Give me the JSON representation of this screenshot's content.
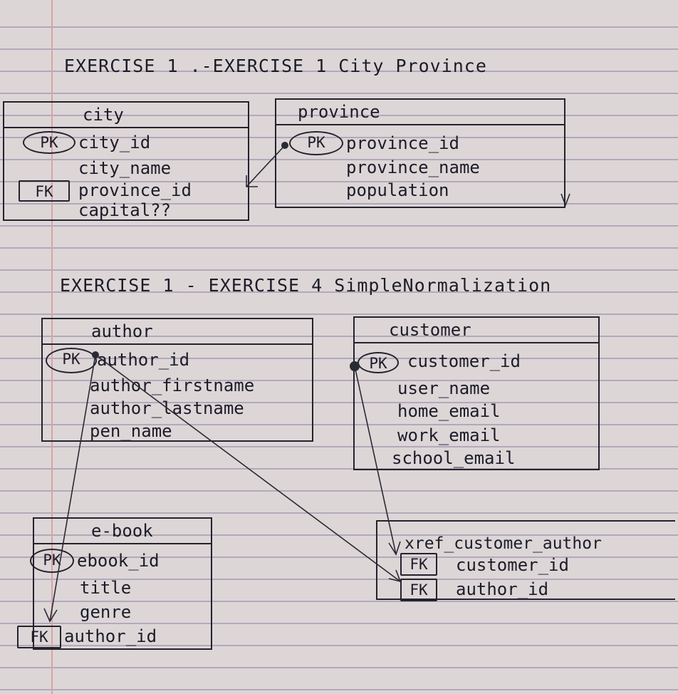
{
  "headings": {
    "exercise1": "EXERCISE 1 .-EXERCISE 1 City Province",
    "exercise4": "EXERCISE 1 - EXERCISE 4 SimpleNormalization"
  },
  "entities": {
    "city": {
      "name": "city",
      "pk_label": "PK",
      "fk_label": "FK",
      "attributes": [
        "city_id",
        "city_name",
        "province_id",
        "capital??"
      ]
    },
    "province": {
      "name": "province",
      "pk_label": "PK",
      "attributes": [
        "province_id",
        "province_name",
        "population"
      ]
    },
    "author": {
      "name": "author",
      "pk_label": "PK",
      "attributes": [
        "author_id",
        "author_firstname",
        "author_lastname",
        "pen_name"
      ]
    },
    "customer": {
      "name": "customer",
      "pk_label": "PK",
      "attributes": [
        "customer_id",
        "user_name",
        "home_email",
        "work_email",
        "school_email"
      ]
    },
    "ebook": {
      "name": "e-book",
      "pk_label": "PK",
      "fk_label": "FK",
      "attributes": [
        "ebook_id",
        "title",
        "genre",
        "author_id"
      ]
    },
    "xref": {
      "name": "xref_customer_author",
      "fk_label_1": "FK",
      "fk_label_2": "FK",
      "attributes": [
        "customer_id",
        "author_id"
      ]
    }
  },
  "colors": {
    "ink": "#1c1c28",
    "paper": "#ddd6d7",
    "rule_line": "#b3a8ba",
    "margin_line": "#d7a3a6"
  }
}
